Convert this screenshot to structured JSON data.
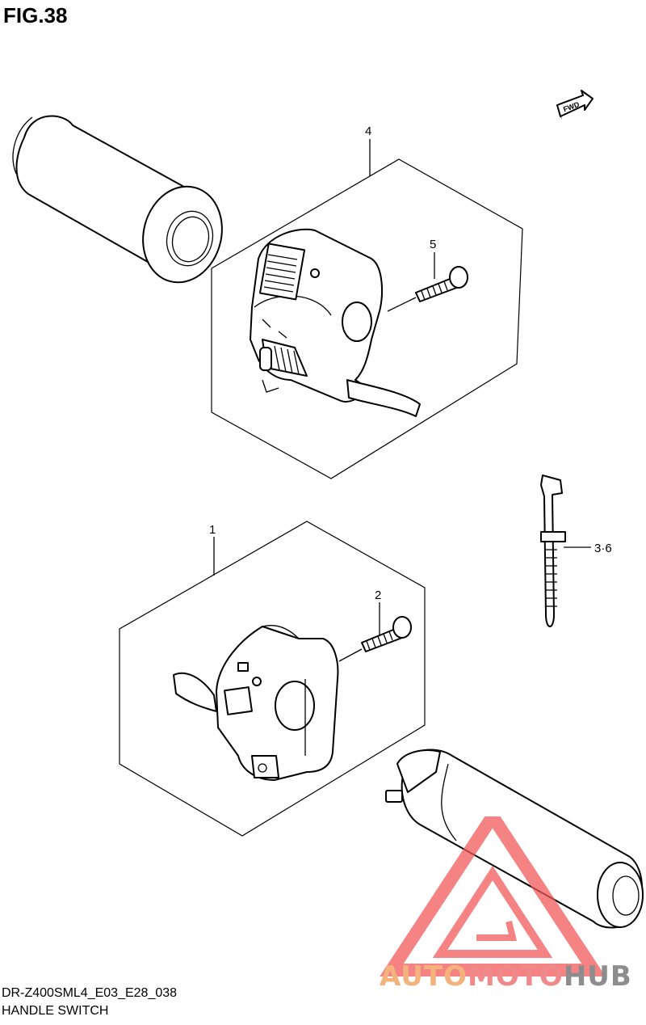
{
  "figure": {
    "title": "FIG.38"
  },
  "fwd_label": "FWD",
  "callouts": {
    "c1": "1",
    "c2": "2",
    "c4": "4",
    "c5": "5",
    "c36": "3·6"
  },
  "footer": {
    "model_code": "DR-Z400SML4_E03_E28_038",
    "caption": "HANDLE SWITCH"
  },
  "watermark": {
    "part1": "AUTO",
    "part2": "MOTO",
    "part3": "HUB",
    "colors": {
      "auto": "#f4b27d",
      "moto": "#f08a8a",
      "hub": "#8d8d8d",
      "logo": "#f25a5a"
    }
  }
}
